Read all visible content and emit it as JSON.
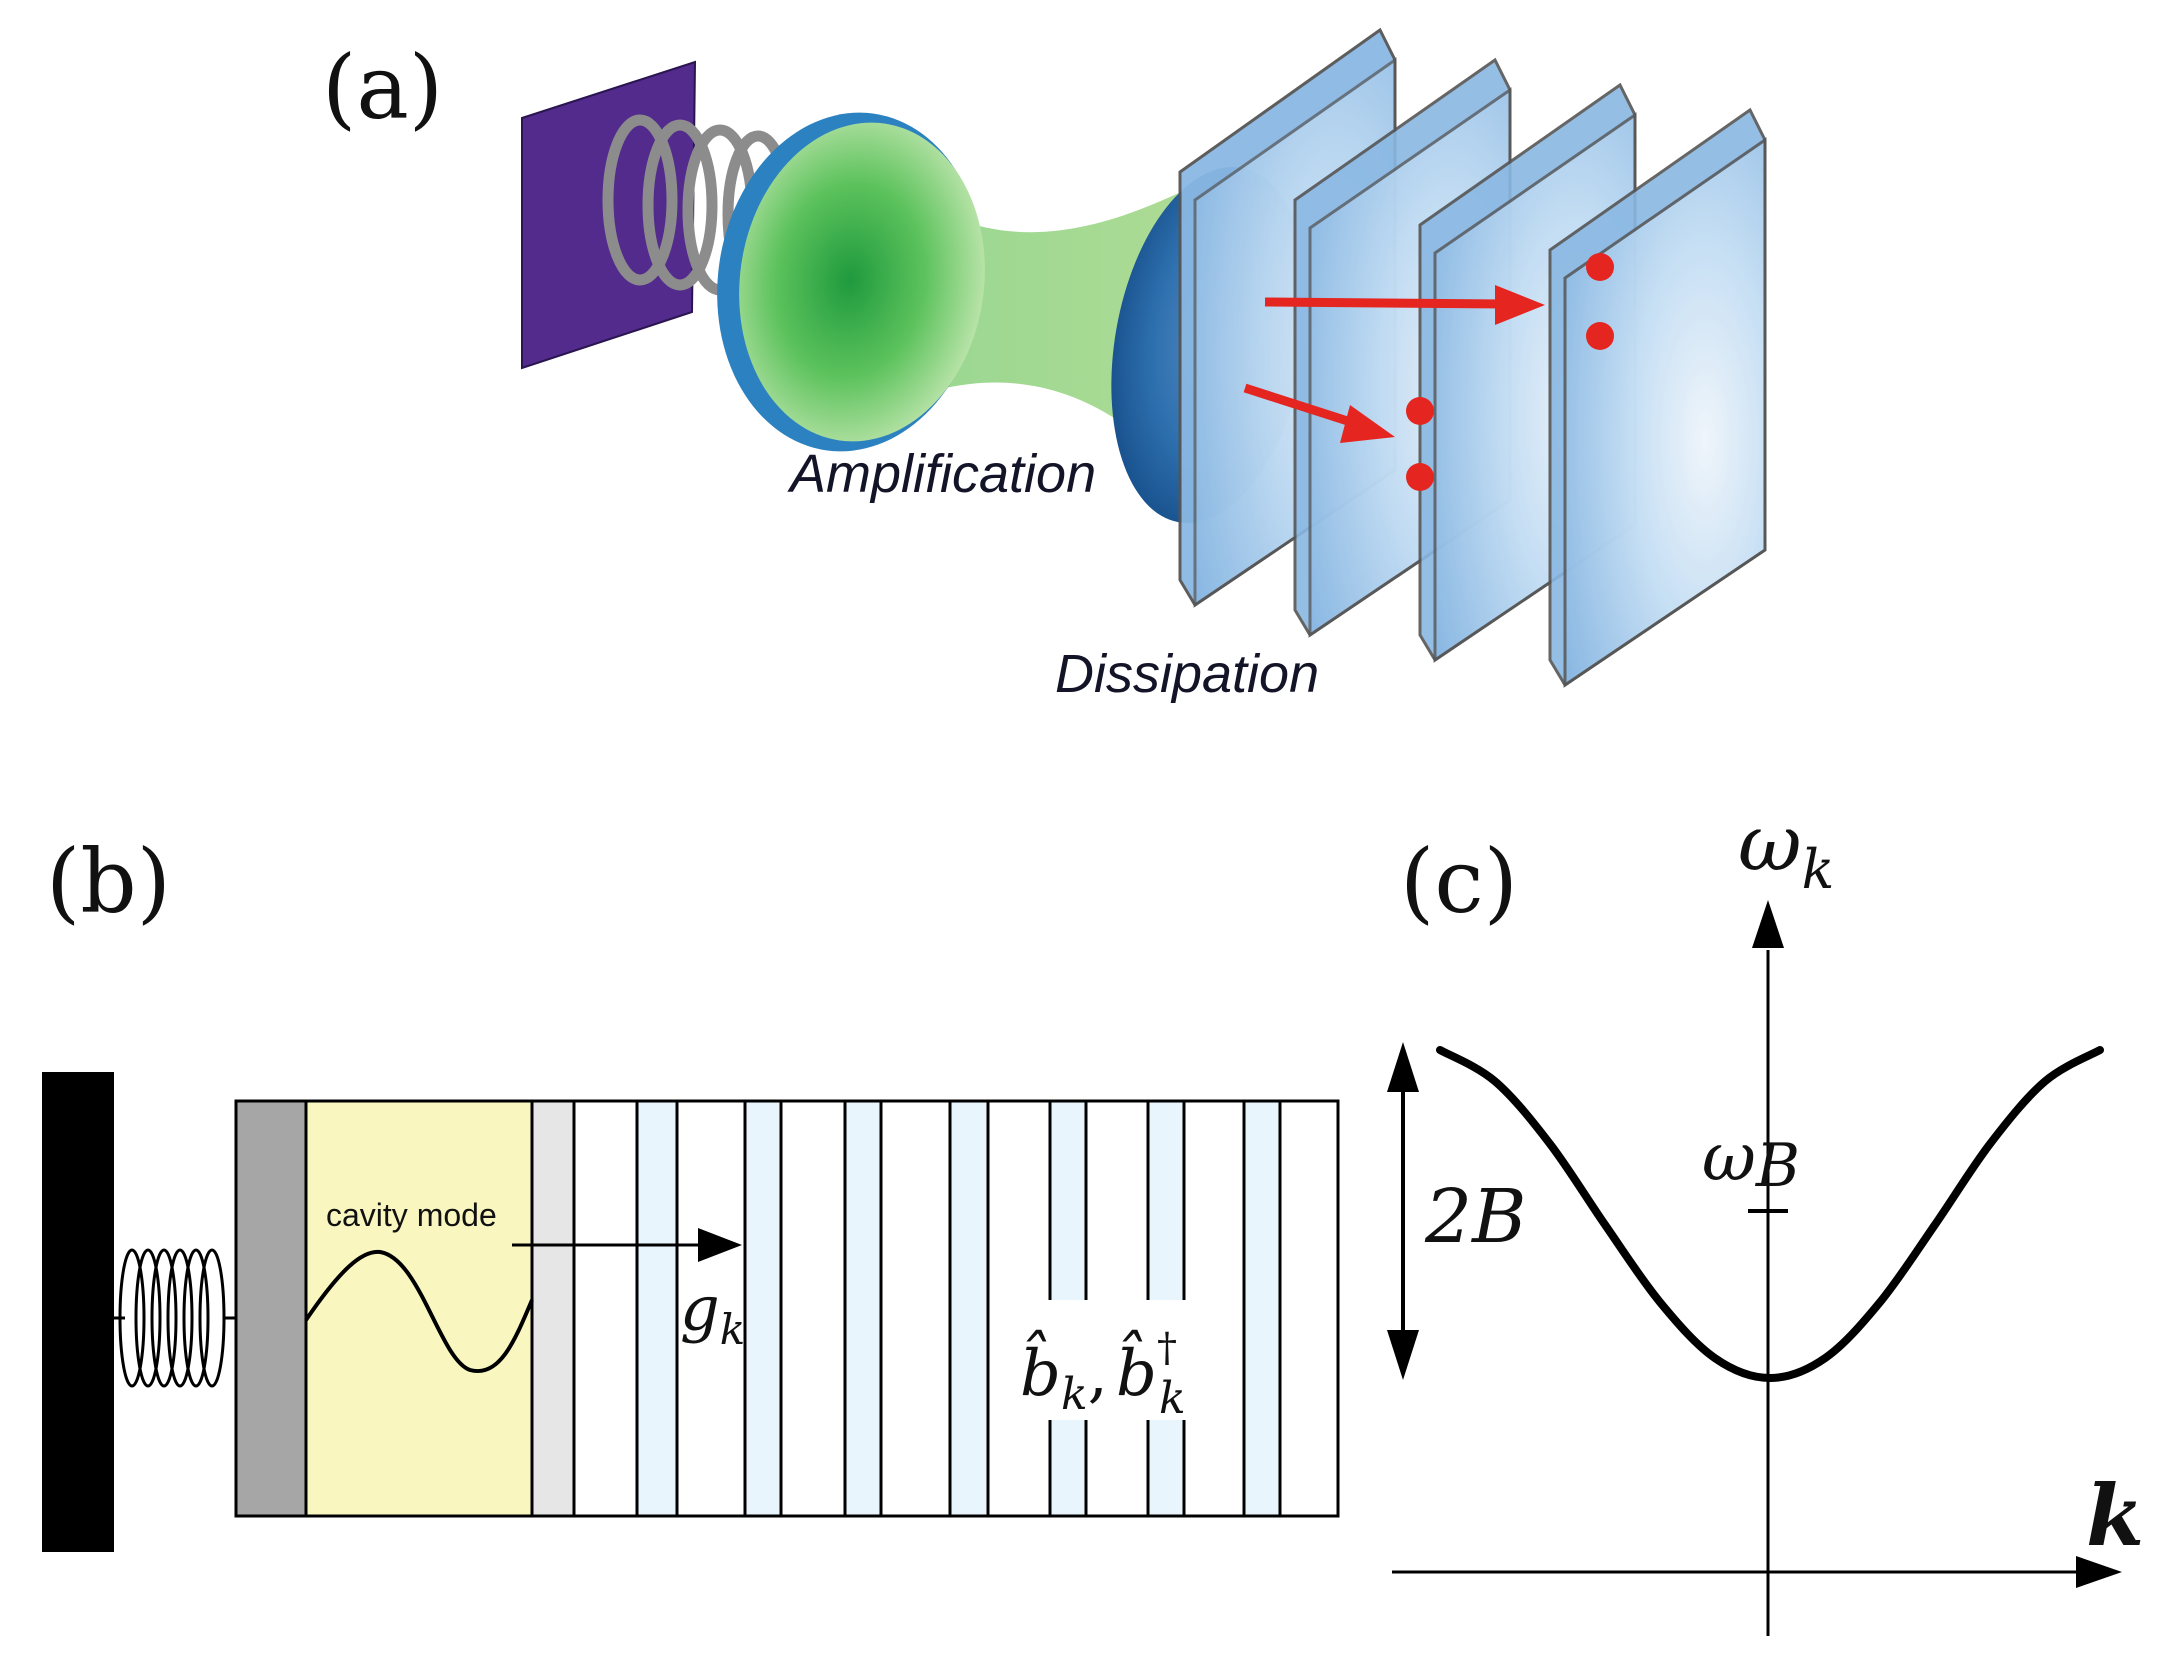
{
  "panels": {
    "a": {
      "label": "(a)",
      "amplification_label": "Amplification",
      "dissipation_label": "Dissipation",
      "colors": {
        "plate": "#532b8c",
        "cavity": "#5cc25c",
        "mirror_rim": "#2c82c0",
        "bath": "#a6cdee",
        "excitation": "#e52620"
      }
    },
    "b": {
      "label": "(b)",
      "cavity_mode_label": "cavity mode",
      "coupling_label": "g",
      "coupling_sub": "k",
      "bath_operator": "b̂",
      "bath_sub": "k",
      "bath_sep": ",",
      "bath_dagger_sup": "†",
      "colors": {
        "wall": "#000000",
        "mirror": "#a6a6a6",
        "cavity_fill": "#f9f7bf",
        "mode_slab": "#e8f5fc"
      }
    },
    "c": {
      "label": "(c)",
      "y_axis_label": "ω",
      "y_axis_sub": "k",
      "x_axis_label": "k",
      "bandwidth_label": "2B",
      "center_label": "ω",
      "center_sub": "B"
    }
  },
  "chart_data": {
    "type": "line",
    "title": "",
    "xlabel": "k",
    "ylabel": "ω_k",
    "function": "ω_B − B·cos(k)",
    "x": [
      -3.0,
      -2.5,
      -2.0,
      -1.5,
      -1.0,
      -0.5,
      0.0,
      0.5,
      1.0,
      1.5,
      2.0,
      2.5,
      3.0
    ],
    "series": [
      {
        "values": [
          1.99,
          1.8,
          1.42,
          0.93,
          0.46,
          0.12,
          0.0,
          0.12,
          0.46,
          0.93,
          1.42,
          1.8,
          1.99
        ]
      }
    ],
    "annotations": [
      "2B",
      "ω_B"
    ],
    "grid": false
  }
}
